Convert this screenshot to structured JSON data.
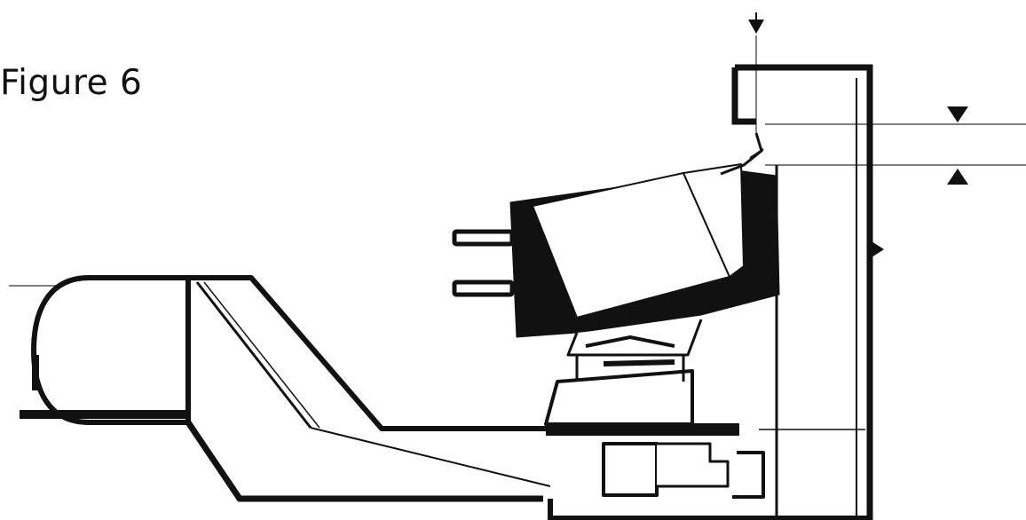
{
  "figure": {
    "title": "Figure 6",
    "line_color": "#111111",
    "background_color": "#ffffff"
  },
  "parts": {
    "tonearm": "tonearm-tube",
    "headshell": "headshell",
    "cartridge": "cartridge-body",
    "stylus": "stylus",
    "pins": "connector-pins",
    "gauge": "overhang-gauge",
    "markers": [
      "arrow-down-icon",
      "arrow-down-icon",
      "arrow-up-icon",
      "arrow-right-icon"
    ]
  }
}
